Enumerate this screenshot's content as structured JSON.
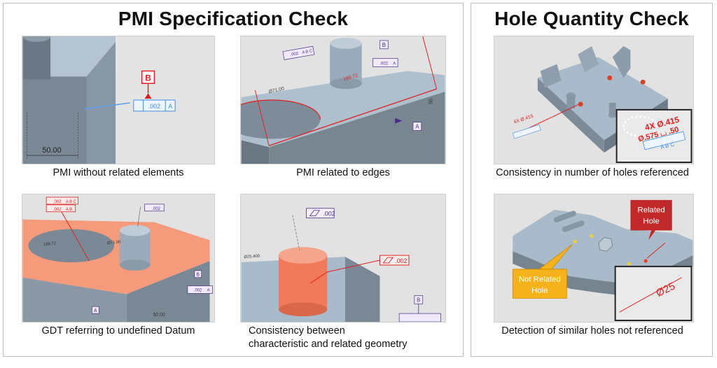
{
  "panels": {
    "left": {
      "title": "PMI Specification Check",
      "items": [
        {
          "caption": "PMI without related elements",
          "labels": {
            "datum": "B",
            "fcf_value": ".002",
            "fcf_datum": "A",
            "dimension": "50.00"
          }
        },
        {
          "caption": "PMI related to edges",
          "labels": {
            "fcf1_value": ".002",
            "fcf1_datums": "A B C",
            "dimension": "188.72",
            "dia_dimension": "Ø71.00",
            "datum_b": "B",
            "fcf2_value": ".002",
            "fcf2_datum": "A",
            "datum_a": "A",
            "side_dim": "50."
          }
        },
        {
          "caption": "GDT referring to undefined Datum",
          "labels": {
            "fcf1_value": ".002",
            "fcf1_datums": "A B C",
            "fcf2_value": ".002",
            "fcf2_datums": "A B",
            "flat_value": ".002",
            "dimension": "188.72",
            "dia_dimension": "Ø71.00",
            "datum_b": "B",
            "fcf3_value": ".002",
            "fcf3_datum": "A",
            "datum_a": "A",
            "bottom_dim": "50.00"
          }
        },
        {
          "caption_line1": "Consistency between",
          "caption_line2": "characteristic and related geometry",
          "labels": {
            "flat1_value": ".002",
            "flat2_value": ".002",
            "dimension": "Ø25.400",
            "datum_b": "B"
          }
        }
      ]
    },
    "right": {
      "title": "Hole Quantity Check",
      "items": [
        {
          "caption": "Consistency in number of holes referenced",
          "labels": {
            "callout_line1": "4X Ø.415",
            "callout_line2": "Ø.575 ⌴ .50",
            "callout_line3": "A B C",
            "small_callout": "4X Ø.415"
          }
        },
        {
          "caption": "Detection of similar holes not referenced",
          "callouts": {
            "related_line1": "Related",
            "related_line2": "Hole",
            "not_related_line1": "Not Related",
            "not_related_line2": "Hole"
          },
          "labels": {
            "inset_dimension": "Ø25"
          }
        }
      ]
    }
  },
  "colors": {
    "part_top": "#a9bccc",
    "part_side": "#71808f",
    "pmi_red": "#e02020",
    "pmi_blue": "#3b8fe8",
    "highlight": "#f59a7a",
    "related_callout": "#c0282a",
    "not_related_callout": "#f5b21b"
  }
}
